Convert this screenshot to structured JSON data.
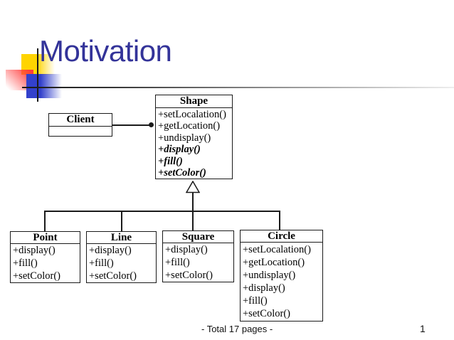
{
  "slide": {
    "title": "Motivation",
    "footer_text": "- Total 17 pages -",
    "page_number": "1"
  },
  "colors": {
    "title_text": "#333399",
    "accent_yellow": "#ffd400",
    "accent_red": "#ff3b3b",
    "accent_blue": "#3341cc",
    "line_dark": "#1a1a1a"
  },
  "diagram": {
    "classes": {
      "client": {
        "name": "Client",
        "methods": []
      },
      "shape": {
        "name": "Shape",
        "methods": [
          "+setLocalation()",
          "+getLocation()",
          "+undisplay()",
          "+display()",
          "+fill()",
          "+setColor()"
        ],
        "abstract_methods": [
          "+display()",
          "+fill()",
          "+setColor()"
        ]
      },
      "point": {
        "name": "Point",
        "methods": [
          "+display()",
          "+fill()",
          "+setColor()"
        ]
      },
      "line": {
        "name": "Line",
        "methods": [
          "+display()",
          "+fill()",
          "+setColor()"
        ]
      },
      "square": {
        "name": "Square",
        "methods": [
          "+display()",
          "+fill()",
          "+setColor()"
        ]
      },
      "circle": {
        "name": "Circle",
        "methods": [
          "+setLocalation()",
          "+getLocation()",
          "+undisplay()",
          "+display()",
          "+fill()",
          "+setColor()"
        ]
      }
    },
    "relations": [
      {
        "type": "association",
        "from": "Client",
        "to": "Shape"
      },
      {
        "type": "generalization",
        "parent": "Shape",
        "children": [
          "Point",
          "Line",
          "Square",
          "Circle"
        ]
      }
    ]
  }
}
